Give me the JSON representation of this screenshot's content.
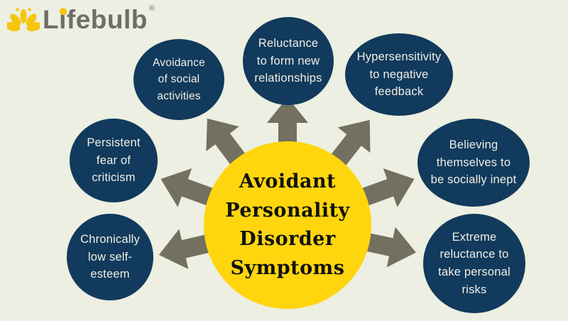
{
  "logo": {
    "brand": "Lifebulb",
    "registered": "®"
  },
  "center_circle": {
    "title_lines": [
      "Avoidant",
      "Personality",
      "Disorder",
      "Symptoms"
    ]
  },
  "symptoms": [
    {
      "name": "avoidance-of-social-activities",
      "lines": [
        "Avoidance",
        "of social",
        "activities"
      ]
    },
    {
      "name": "reluctance-to-form-new-relationships",
      "lines": [
        "Reluctance",
        "to form new",
        "relationships"
      ]
    },
    {
      "name": "hypersensitivity-to-negative-feedback",
      "lines": [
        "Hypersensitivity",
        "to negative",
        "feedback"
      ]
    },
    {
      "name": "persistent-fear-of-criticism",
      "lines": [
        "Persistent",
        "fear of",
        "criticism"
      ]
    },
    {
      "name": "believing-themselves-socially-inept",
      "lines": [
        "Believing",
        "themselves to",
        "be socially inept"
      ]
    },
    {
      "name": "chronically-low-self-esteem",
      "lines": [
        "Chronically",
        "low self-",
        "esteem"
      ]
    },
    {
      "name": "extreme-reluctance-personal-risks",
      "lines": [
        "Extreme",
        "reluctance to",
        "take personal",
        "risks"
      ]
    }
  ],
  "colors": {
    "background": "#ECEFE1",
    "circle_navy": "#113A5C",
    "circle_yellow": "#FFD60E",
    "arrow_gray": "#73705F",
    "logo_gray": "#6E6E66",
    "logo_yellow": "#F6C60F",
    "bubble_text": "#F1EEE4"
  }
}
